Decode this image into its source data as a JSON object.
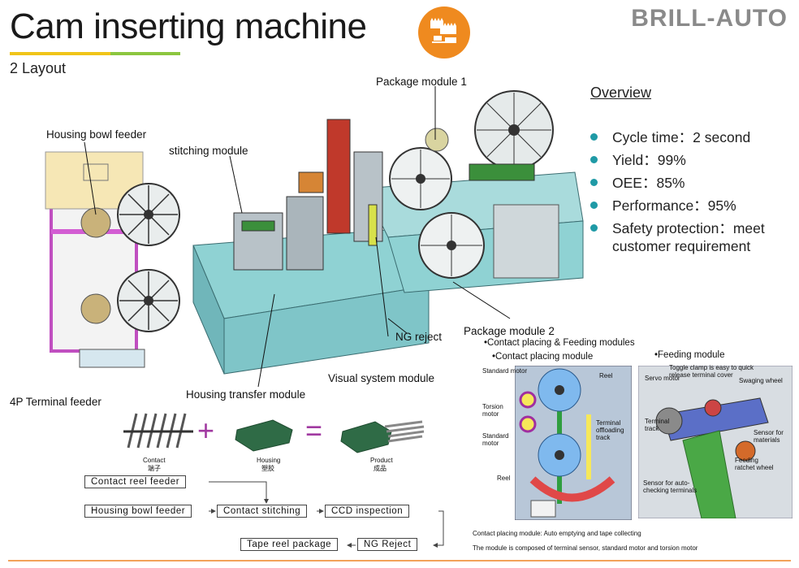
{
  "header": {
    "title": "Cam inserting machine",
    "brand": "BRILL-AUTO",
    "subtitle": "2 Layout",
    "icon": "machine-cogs-icon",
    "colors": {
      "icon_bg": "#ef8a1f",
      "underline_yellow": "#f0c419",
      "underline_green": "#8cc63f",
      "bullet": "#1f9aa6",
      "brand": "#8a8a8a"
    }
  },
  "machine_callouts": {
    "package_module_1": "Package module 1",
    "housing_bowl_feeder": "Housing bowl feeder",
    "stitching_module": "stitching module",
    "ng_reject": "NG reject",
    "package_module_2": "Package module 2",
    "visual_system_module": "Visual system module",
    "housing_transfer_module": "Housing transfer module",
    "terminal_feeder": "4P Terminal feeder"
  },
  "overview": {
    "title": "Overview",
    "items": [
      "Cycle time：2 second",
      "Yield：99%",
      "OEE：85%",
      "Performance：95%",
      "Safety protection：meet customer requirement"
    ]
  },
  "detail": {
    "section_title": "•Contact placing & Feeding modules",
    "contact_placing": {
      "title": "•Contact placing module",
      "labels": {
        "standard_motor_top": "Standard motor",
        "reel_top": "Reel",
        "torsion_motor": "Torsion motor",
        "terminal_offloading_track": "Terminal offloading track",
        "standard_motor_bottom": "Standard motor",
        "reel_bottom": "Reel"
      }
    },
    "feeding": {
      "title": "•Feeding module",
      "labels": {
        "toggle_clamp": "Toggle clamp is easy to quick release terminal cover",
        "servo_motor": "Servo motor",
        "swaging_wheel": "Swaging wheel",
        "terminal_track": "Terminal track",
        "sensor_materials": "Sensor for materials",
        "feeding_ratchet_wheel": "Feeding ratchet wheel",
        "sensor_auto_checking": "Sensor for auto-checking terminals"
      }
    },
    "notes": [
      "Contact placing module: Auto emptying and tape collecting",
      "The module is composed of terminal sensor, standard motor and torsion motor"
    ]
  },
  "assembly": {
    "contact_en": "Contact",
    "contact_cn": "端子",
    "housing_en": "Housing",
    "housing_cn": "塑胶",
    "product_en": "Product",
    "product_cn": "成品",
    "plus": "+",
    "equals": "="
  },
  "flow": {
    "contact_reel_feeder": "Contact reel feeder",
    "housing_bowl_feeder": "Housing bowl feeder",
    "contact_stitching": "Contact stitching",
    "ccd_inspection": "CCD inspection",
    "tape_reel_package": "Tape reel package",
    "ng_reject": "NG Reject"
  }
}
